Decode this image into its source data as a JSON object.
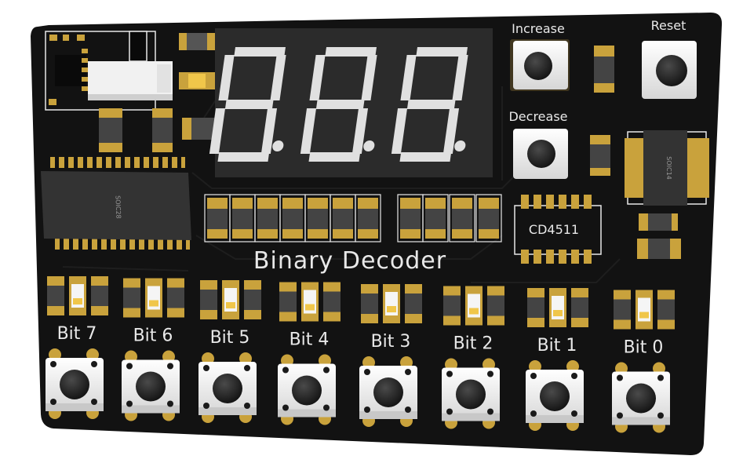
{
  "board": {
    "title": "Binary Decoder",
    "buttons": {
      "increase": "Increase",
      "decrease": "Decrease",
      "reset": "Reset"
    },
    "chips": {
      "decoder": "CD4511",
      "soic14": "SOIC14",
      "soic28": "SOIC28"
    },
    "bits": [
      {
        "label": "Bit 7"
      },
      {
        "label": "Bit 6"
      },
      {
        "label": "Bit 5"
      },
      {
        "label": "Bit 4"
      },
      {
        "label": "Bit 3"
      },
      {
        "label": "Bit 2"
      },
      {
        "label": "Bit 1"
      },
      {
        "label": "Bit 0"
      }
    ]
  },
  "colors": {
    "pcb": "#121212",
    "copper_pad": "#c9a23c",
    "display_body": "#2b2b2b",
    "segment": "#e0e0e0",
    "button_base": "#f2f2f2",
    "led_amber": "#f0c64a"
  }
}
